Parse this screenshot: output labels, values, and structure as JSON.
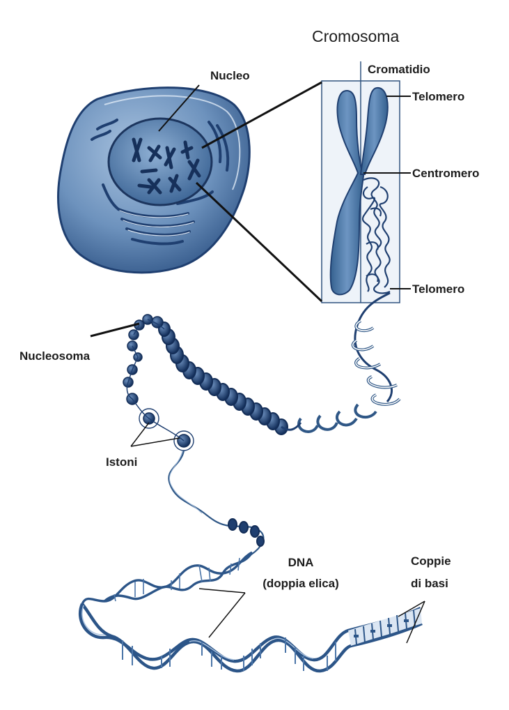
{
  "labels": {
    "cromosoma": "Cromosoma",
    "cromatidio": "Cromatidio",
    "nucleo": "Nucleo",
    "telomero_top": "Telomero",
    "centromero": "Centromero",
    "telomero_bottom": "Telomero",
    "nucleosoma": "Nucleosoma",
    "istoni": "Istoni",
    "dna_line1": "DNA",
    "dna_line2": "(doppia elica)",
    "coppie_line1": "Coppie",
    "coppie_line2": "di basi"
  },
  "colors": {
    "dark_blue": "#1f3f70",
    "mid_blue": "#3d6a9e",
    "cell_fill": "#5f86b3",
    "light_blue": "#c9daee",
    "pale_blue": "#e4edf7",
    "line": "#111111"
  }
}
